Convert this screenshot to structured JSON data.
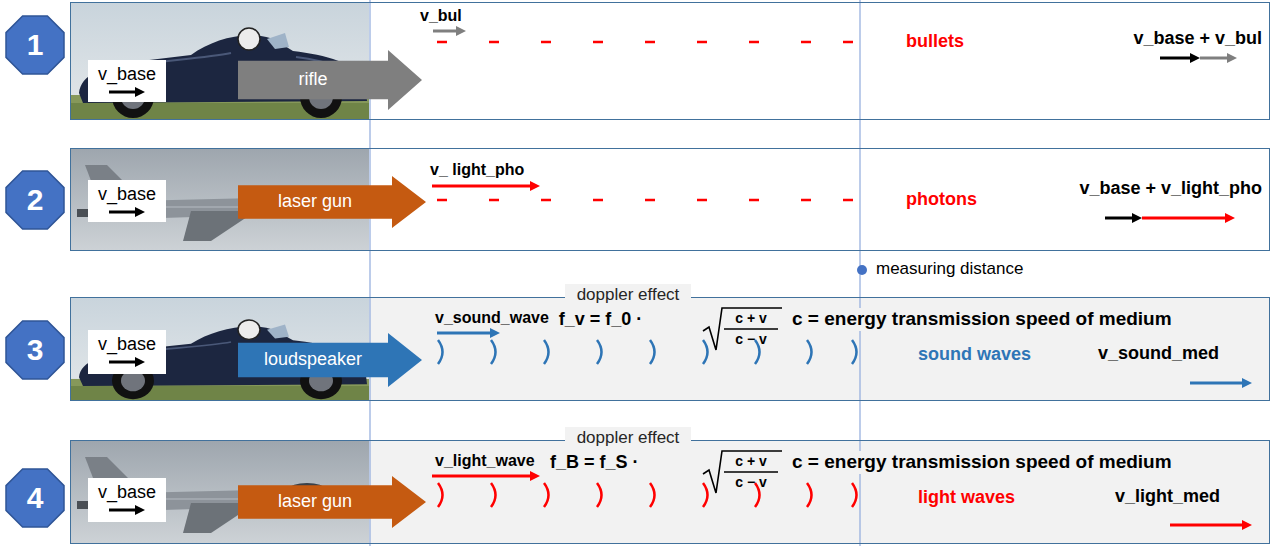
{
  "diagram": {
    "nodes": [
      {
        "text": [
          "1"
        ]
      },
      {
        "text": [
          "v_bul",
          "bullets",
          "v_base + v_bul"
        ]
      },
      {
        "text": [
          "v_base"
        ],
        "in": 1
      },
      {
        "text": [
          "rifle"
        ],
        "in": 1
      },
      {
        "text": [
          "2"
        ]
      },
      {
        "text": [
          "v_ light_pho",
          "photons",
          "v_base + v_light_pho"
        ]
      },
      {
        "text": [
          "v_base"
        ],
        "in": 5
      },
      {
        "text": [
          "laser gun"
        ],
        "in": 5
      },
      {
        "text": [
          "3"
        ]
      },
      {
        "text": [
          "doppler effect"
        ]
      },
      {
        "text": [
          "v_sound_wave",
          "f_v = f_0 ·",
          "c + v",
          "c − v",
          "c = energy transmission speed of medium",
          "sound waves",
          "v_sound_med"
        ]
      },
      {
        "text": [
          "v_base"
        ],
        "in": 10
      },
      {
        "text": [
          "loudspeaker"
        ],
        "in": 10
      },
      {
        "text": [
          "4"
        ]
      },
      {
        "text": [
          "doppler effect"
        ]
      },
      {
        "text": [
          "v_light_wave",
          "f_B = f_S ·",
          "c + v",
          "c − v",
          "c = energy transmission speed of medium",
          "light waves",
          "v_light_med"
        ]
      },
      {
        "text": [
          "v_base"
        ],
        "in": 15
      },
      {
        "text": [
          "laser gun"
        ],
        "in": 15
      }
    ],
    "labels": [
      "measuring distance"
    ]
  }
}
